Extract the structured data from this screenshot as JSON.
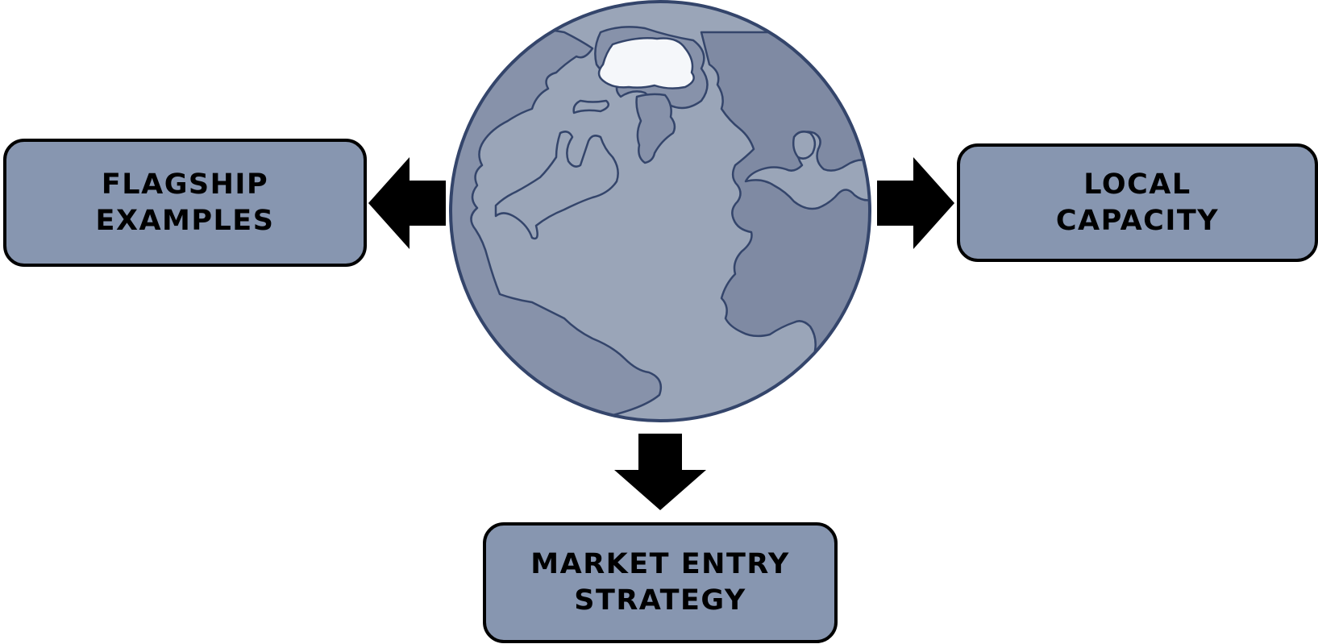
{
  "diagram": {
    "center": {
      "icon": "globe-icon"
    },
    "nodes": {
      "left": {
        "line1": "FLAGSHIP",
        "line2": "EXAMPLES"
      },
      "right": {
        "line1": "LOCAL",
        "line2": "CAPACITY"
      },
      "bottom": {
        "line1": "MARKET ENTRY",
        "line2": "STRATEGY"
      }
    },
    "arrows": [
      {
        "from": "globe",
        "to": "left"
      },
      {
        "from": "globe",
        "to": "right"
      },
      {
        "from": "globe",
        "to": "bottom"
      }
    ],
    "colors": {
      "box_fill": "#8796b0",
      "ocean": "#9aa5b8",
      "land": "#7f8aa3",
      "outline": "#34456b",
      "ice": "#f5f7fa",
      "arrow": "#000000"
    }
  }
}
